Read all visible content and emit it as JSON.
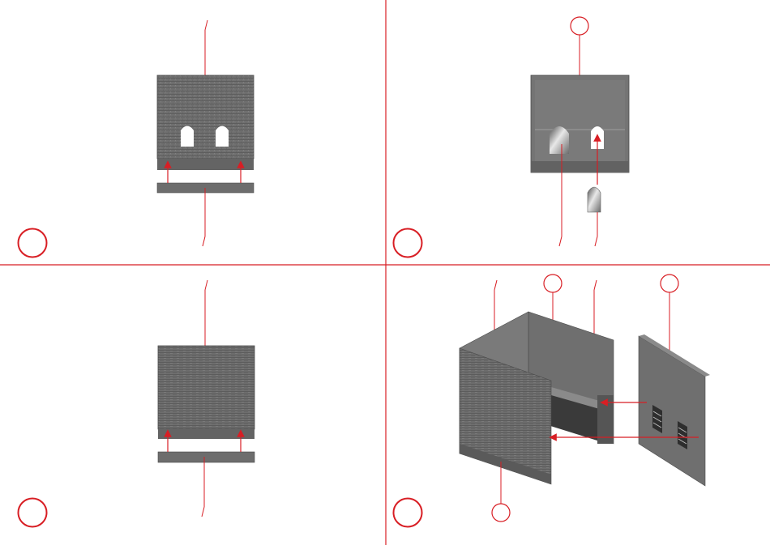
{
  "page": {
    "background": "#ffffff",
    "accent_color": "#d81e24",
    "part_color": "#6f6f6f",
    "part_dark_color": "#5a5a5a",
    "part_light_color": "#8a8a8a"
  },
  "steps": [
    {
      "step_number": "",
      "parts": [
        "wall-panel-with-two-arched-windows",
        "base-strip"
      ],
      "callouts": 2
    },
    {
      "step_number": "",
      "parts": [
        "wall-panel-with-arched-openings",
        "window-glazing-insert"
      ],
      "callouts": 3
    },
    {
      "step_number": "",
      "parts": [
        "plain-wall-panel",
        "base-strip"
      ],
      "callouts": 2
    },
    {
      "step_number": "",
      "parts": [
        "three-sided-wall-assembly",
        "side-wall-panel-with-doors"
      ],
      "callouts": 5
    }
  ]
}
